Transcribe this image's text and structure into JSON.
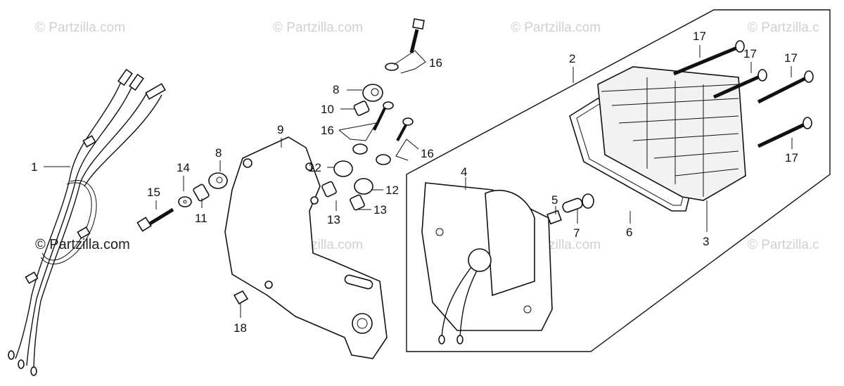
{
  "watermarks": {
    "top": [
      "© Partzilla.com",
      "© Partzilla.com",
      "© Partzilla.com",
      "© Partzilla.c"
    ],
    "middle": [
      "© Partzilla.com",
      "© Partzilla.com",
      "© Partzilla.com",
      "© Partzilla.c"
    ],
    "main": "© Partzilla.com"
  },
  "callouts": {
    "c1": "1",
    "c2": "2",
    "c3": "3",
    "c4": "4",
    "c5": "5",
    "c6": "6",
    "c7": "7",
    "c8a": "8",
    "c8b": "8",
    "c9": "9",
    "c10": "10",
    "c11": "11",
    "c12a": "12",
    "c12b": "12",
    "c13a": "13",
    "c13b": "13",
    "c14": "14",
    "c15": "15",
    "c16a": "16",
    "c16b": "16",
    "c16c": "16",
    "c17a": "17",
    "c17b": "17",
    "c17c": "17",
    "c17d": "17",
    "c18": "18"
  }
}
